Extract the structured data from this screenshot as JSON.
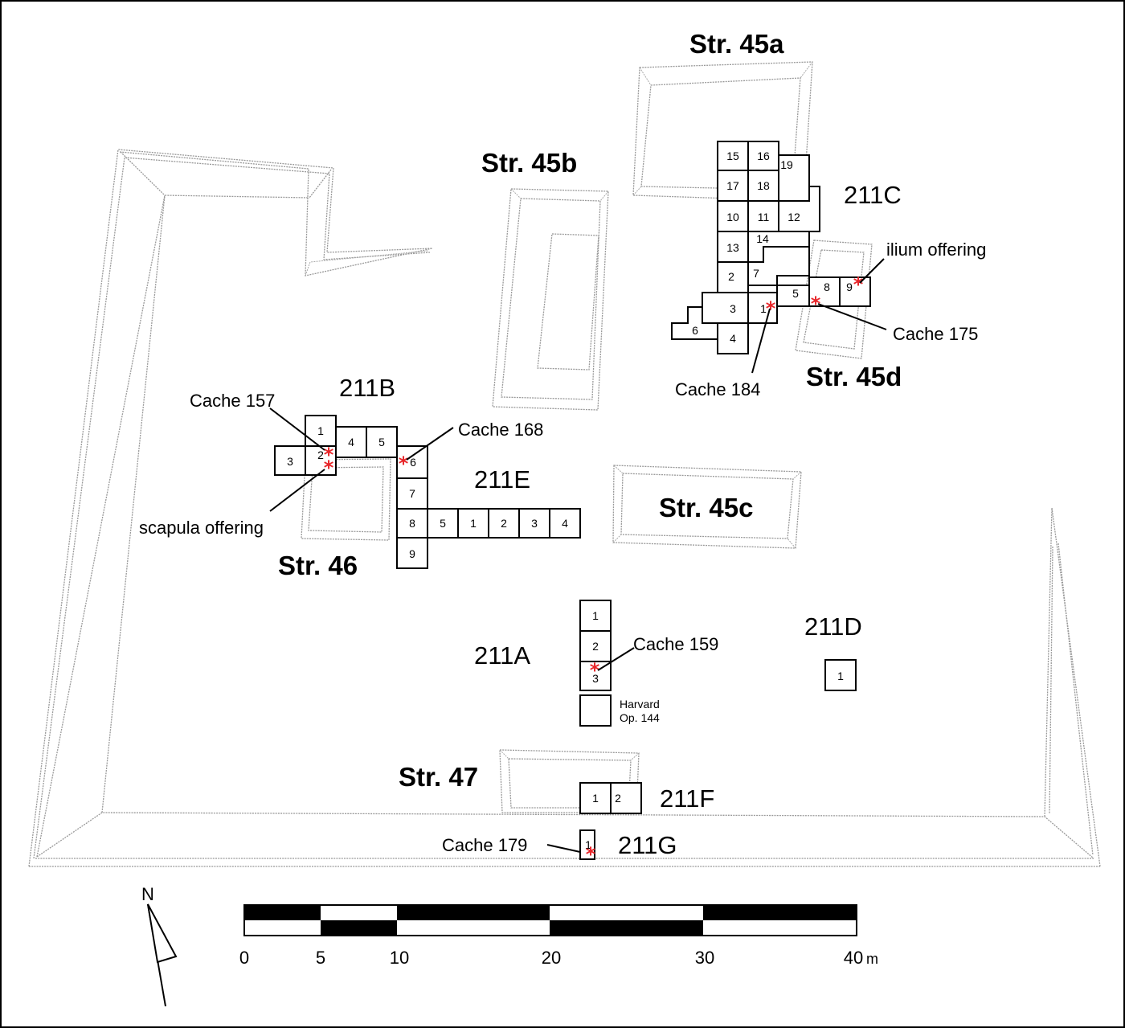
{
  "operations": {
    "a": "211A",
    "b": "211B",
    "c": "211C",
    "d": "211D",
    "e": "211E",
    "f": "211F",
    "g": "211G"
  },
  "structures": {
    "s45a": "Str. 45a",
    "s45b": "Str. 45b",
    "s45c": "Str. 45c",
    "s45d": "Str. 45d",
    "s46": "Str. 46",
    "s47": "Str. 47"
  },
  "annotations": {
    "cache157": "Cache 157",
    "cache168": "Cache 168",
    "cache184": "Cache 184",
    "cache175": "Cache 175",
    "cache159": "Cache 159",
    "cache179": "Cache 179",
    "ilium": "ilium offering",
    "scapula": "scapula offering",
    "harvard1": "Harvard",
    "harvard2": "Op. 144"
  },
  "units": {
    "c": [
      "15",
      "16",
      "19",
      "17",
      "18",
      "10",
      "11",
      "12",
      "13",
      "14",
      "2",
      "7",
      "5",
      "8",
      "9",
      "3",
      "1",
      "6",
      "4"
    ],
    "b": [
      "1",
      "2",
      "4",
      "5",
      "3"
    ],
    "e": [
      "6",
      "7",
      "8",
      "5",
      "1",
      "2",
      "3",
      "4",
      "9"
    ],
    "a": [
      "1",
      "2",
      "3"
    ],
    "d": [
      "1"
    ],
    "f": [
      "1",
      "2"
    ],
    "g": [
      "1"
    ]
  },
  "offering_marker": "*",
  "north": "N",
  "scale": {
    "ticks": [
      "0",
      "5",
      "10",
      "20",
      "30",
      "40"
    ],
    "unit": "m"
  },
  "colors": {
    "marker": "#e8262a",
    "structure_outline": "#999999",
    "unit_outline": "#000000"
  }
}
